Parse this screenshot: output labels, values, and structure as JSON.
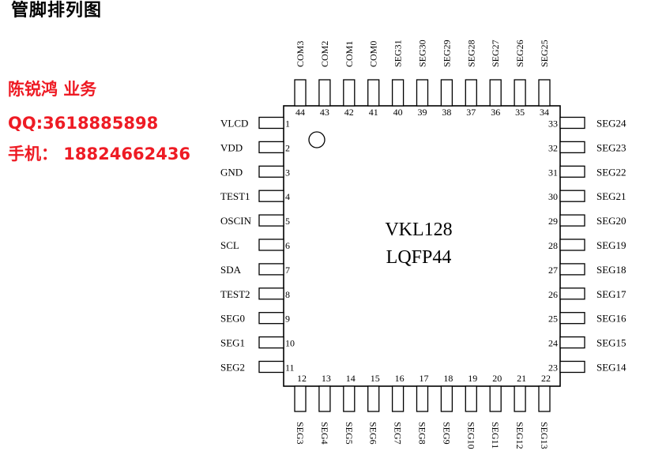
{
  "title": "管脚排列图",
  "contact": {
    "name": "陈锐鸿 业务",
    "qq": "QQ:3618885898",
    "phone": "手机： 18824662436"
  },
  "chip": {
    "part_number": "VKL128",
    "package": "LQFP44"
  },
  "pins": {
    "left": [
      {
        "num": "1",
        "name": "VLCD"
      },
      {
        "num": "2",
        "name": "VDD"
      },
      {
        "num": "3",
        "name": "GND"
      },
      {
        "num": "4",
        "name": "TEST1"
      },
      {
        "num": "5",
        "name": "OSCIN"
      },
      {
        "num": "6",
        "name": "SCL"
      },
      {
        "num": "7",
        "name": "SDA"
      },
      {
        "num": "8",
        "name": "TEST2"
      },
      {
        "num": "9",
        "name": "SEG0"
      },
      {
        "num": "10",
        "name": "SEG1"
      },
      {
        "num": "11",
        "name": "SEG2"
      }
    ],
    "bottom": [
      {
        "num": "12",
        "name": "SEG3"
      },
      {
        "num": "13",
        "name": "SEG4"
      },
      {
        "num": "14",
        "name": "SEG5"
      },
      {
        "num": "15",
        "name": "SEG6"
      },
      {
        "num": "16",
        "name": "SEG7"
      },
      {
        "num": "17",
        "name": "SEG8"
      },
      {
        "num": "18",
        "name": "SEG9"
      },
      {
        "num": "19",
        "name": "SEG10"
      },
      {
        "num": "20",
        "name": "SEG11"
      },
      {
        "num": "21",
        "name": "SEG12"
      },
      {
        "num": "22",
        "name": "SEG13"
      }
    ],
    "right": [
      {
        "num": "33",
        "name": "SEG24"
      },
      {
        "num": "32",
        "name": "SEG23"
      },
      {
        "num": "31",
        "name": "SEG22"
      },
      {
        "num": "30",
        "name": "SEG21"
      },
      {
        "num": "29",
        "name": "SEG20"
      },
      {
        "num": "28",
        "name": "SEG19"
      },
      {
        "num": "27",
        "name": "SEG18"
      },
      {
        "num": "26",
        "name": "SEG17"
      },
      {
        "num": "25",
        "name": "SEG16"
      },
      {
        "num": "24",
        "name": "SEG15"
      },
      {
        "num": "23",
        "name": "SEG14"
      }
    ],
    "top": [
      {
        "num": "44",
        "name": "COM3"
      },
      {
        "num": "43",
        "name": "COM2"
      },
      {
        "num": "42",
        "name": "COM1"
      },
      {
        "num": "41",
        "name": "COM0"
      },
      {
        "num": "40",
        "name": "SEG31"
      },
      {
        "num": "39",
        "name": "SEG30"
      },
      {
        "num": "38",
        "name": "SEG29"
      },
      {
        "num": "37",
        "name": "SEG28"
      },
      {
        "num": "36",
        "name": "SEG27"
      },
      {
        "num": "35",
        "name": "SEG26"
      },
      {
        "num": "34",
        "name": "SEG25"
      }
    ]
  },
  "colors": {
    "contact_text": "#ee1b24",
    "line": "#000000"
  }
}
